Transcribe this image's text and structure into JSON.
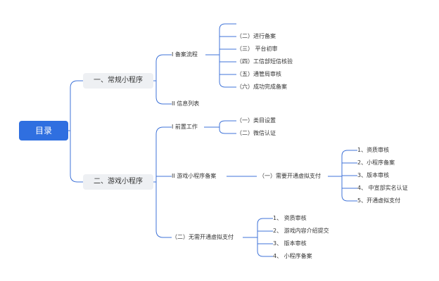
{
  "root": "目录",
  "branch1": {
    "label": "一、常规小程序",
    "c1": {
      "label": "I 备案流程",
      "items": [
        "",
        "（二）进行备案",
        "（三） 平台初审",
        "（四）工信部短信核验",
        "（五）通管局审核",
        "（六）成功完成备案"
      ]
    },
    "c2": {
      "label": "II 信息列表"
    }
  },
  "branch2": {
    "label": "二、游戏小程序",
    "c1": {
      "label": "I 前置工作",
      "items": [
        "（一）类目设置",
        "（二）微信认证"
      ]
    },
    "c2": {
      "label": "II 游戏小程序备案",
      "sub": {
        "label": "（一）需要开通虚拟支付",
        "items": [
          "1、资质审核",
          "2、小程序备案",
          "3、版本审核",
          "4、 中宣部实名认证",
          "5、开通虚拟支付"
        ]
      }
    },
    "c3": {
      "label": "（二）无需开通虚拟支付",
      "items": [
        "1、 资质审核",
        "2、 游戏内容介绍提交",
        "3、 版本审核",
        "4、 小程序备案"
      ]
    }
  },
  "colors": {
    "root_bg": "#2f6fe0",
    "line": "#3f73d8",
    "pill_bg": "#eef0f3"
  }
}
